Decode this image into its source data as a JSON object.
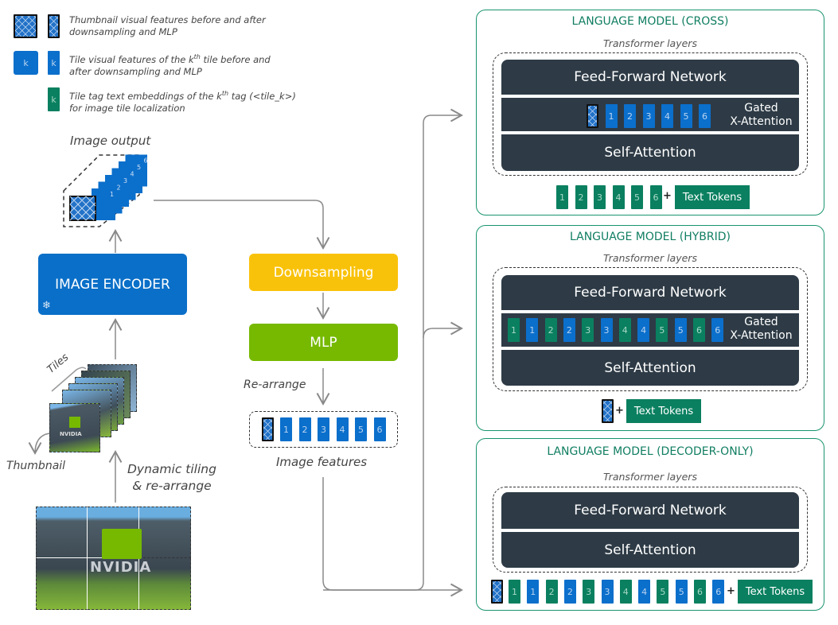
{
  "legend": {
    "items": [
      {
        "text": "Thumbnail visual features before and after downsampling and MLP"
      },
      {
        "token_label": "k",
        "text_pre": "Tile visual features of the k",
        "sup": "th",
        "text_post": " tile before and after downsampling and MLP"
      },
      {
        "token_label": "k",
        "text_pre": "Tile tag text embeddings of the k",
        "sup": "th",
        "text_post": " tag (<tile_k>) for image tile localization"
      }
    ]
  },
  "vision": {
    "image_output_label": "Image output",
    "image_output_tiles": [
      "1",
      "2",
      "3",
      "4",
      "5",
      "6"
    ],
    "encoder_label": "IMAGE ENCODER",
    "encoder_frozen_icon": "snowflake-icon",
    "tiles_label": "Tiles",
    "thumbnail_label": "Thumbnail",
    "tiling_label_1": "Dynamic tiling",
    "tiling_label_2": "& re-arrange",
    "logo_text": "NVIDIA"
  },
  "projector": {
    "downsampling_label": "Downsampling",
    "mlp_label": "MLP",
    "rearrange_label": "Re-arrange",
    "image_features_label": "Image features",
    "feature_tokens": [
      "1",
      "2",
      "3",
      "4",
      "5",
      "6"
    ]
  },
  "colors": {
    "encoder_blue": "#0a6fc8",
    "downsampling_yellow": "#f9c20a",
    "mlp_green": "#76b900",
    "layer_dark": "#2e3b46",
    "tile_blue": "#0b6fcc",
    "tag_green": "#0a8060",
    "lm_border": "#18946e"
  },
  "language_models": [
    {
      "title": "LANGUAGE MODEL (CROSS)",
      "transformer_label": "Transformer layers",
      "ffn_label": "Feed-Forward Network",
      "gated_label_1": "Gated",
      "gated_label_2": "X-Attention",
      "self_attn_label": "Self-Attention",
      "cross_tokens": [
        "thumb",
        "1",
        "2",
        "3",
        "4",
        "5",
        "6"
      ],
      "input_tokens": [
        "1",
        "2",
        "3",
        "4",
        "5",
        "6"
      ],
      "plus": "+",
      "text_tokens_label": "Text Tokens"
    },
    {
      "title": "LANGUAGE MODEL (HYBRID)",
      "transformer_label": "Transformer layers",
      "ffn_label": "Feed-Forward Network",
      "gated_label_1": "Gated",
      "gated_label_2": "X-Attention",
      "self_attn_label": "Self-Attention",
      "cross_tokens": [
        "1",
        "1",
        "2",
        "2",
        "3",
        "3",
        "4",
        "4",
        "5",
        "5",
        "6",
        "6"
      ],
      "plus": "+",
      "text_tokens_label": "Text Tokens"
    },
    {
      "title": "LANGUAGE MODEL (DECODER-ONLY)",
      "transformer_label": "Transformer layers",
      "ffn_label": "Feed-Forward Network",
      "self_attn_label": "Self-Attention",
      "input_tokens": [
        "1",
        "1",
        "2",
        "2",
        "3",
        "3",
        "4",
        "4",
        "5",
        "5",
        "6",
        "6"
      ],
      "plus": "+",
      "text_tokens_label": "Text Tokens"
    }
  ]
}
